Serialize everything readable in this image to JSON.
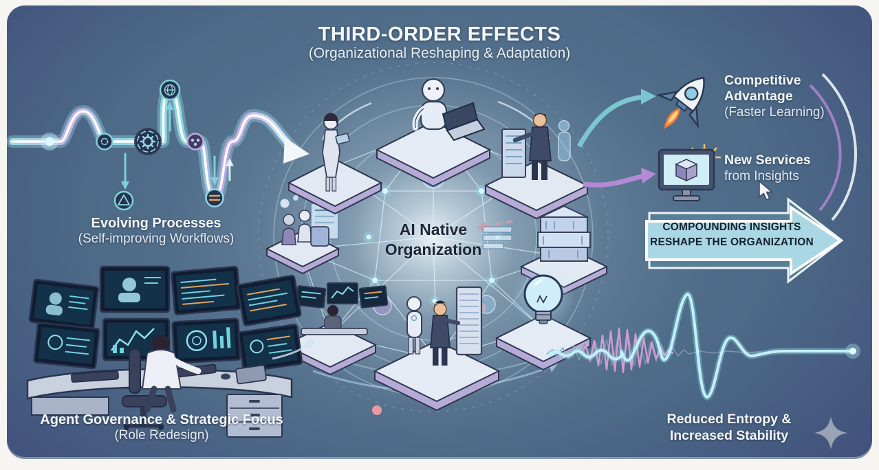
{
  "header": {
    "title": "THIRD-ORDER EFFECTS",
    "subtitle": "(Organizational Reshaping & Adaptation)"
  },
  "left_flow": {
    "label": "Evolving Processes",
    "sublabel": "(Self-improving Workflows)"
  },
  "governance": {
    "label": "Agent Governance & Strategic Focus",
    "sublabel": "(Role Redesign)"
  },
  "center": {
    "line1": "AI Native",
    "line2": "Organization"
  },
  "outcomes": {
    "competitive": {
      "line1": "Competitive",
      "line2": "Advantage",
      "sub": "(Faster Learning)"
    },
    "services": {
      "line1": "New Services",
      "line2": "from Insights"
    },
    "big_arrow": {
      "line1": "COMPOUNDING INSIGHTS",
      "line2": "RESHAPE THE ORGANIZATION"
    },
    "entropy": {
      "line1": "Reduced Entropy &",
      "line2": "Increased Stability"
    }
  },
  "icons": [
    "globe-icon",
    "gear-icon",
    "triangle-icon",
    "rocket-icon",
    "insight-monitor-icon",
    "bulb-icon",
    "lightbulb-icon",
    "server-stack-icon",
    "sparkle-icon",
    "cursor-icon"
  ],
  "colors": {
    "canvas_center": "#577792",
    "canvas_edge": "#3c4674",
    "accent_teal": "#7cc6cf",
    "accent_purple": "#b48ad6",
    "arrow_fill": "#aad7e4",
    "arrow_back": "#577f98",
    "arrow_text": "#15202e",
    "glow_cyan": "#c6f0f8",
    "wave_pink": "#d79fd8",
    "wave_gray": "#8b9ab2",
    "node_dark": "#26334e",
    "flame_orange": "#f49a4e",
    "sparkle_gray": "#9aa3b5",
    "text_white": "#f4f7fa"
  }
}
